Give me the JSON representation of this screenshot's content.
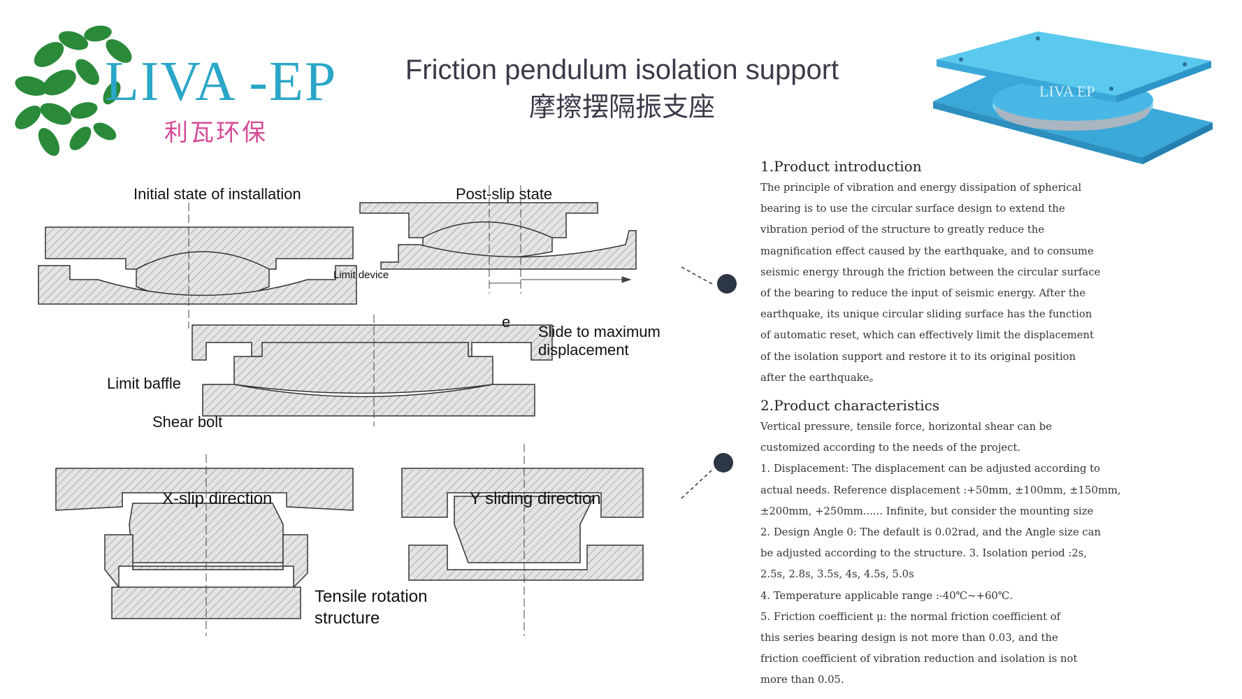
{
  "logo": {
    "brand": "LIVA -EP",
    "brand_cn": "利瓦环保",
    "icon": "leaf-cluster-icon",
    "colors": {
      "leaf": "#2a8a3a",
      "brand": "#2aa6c6",
      "brand_cn": "#d64a97"
    }
  },
  "title": {
    "en": "Friction pendulum isolation support",
    "cn": "摩擦摆隔振支座"
  },
  "product_image": {
    "brand_mark": "LIVA EP",
    "color": "#5bc8ee"
  },
  "diagrams": {
    "initial_state": "Initial state of installation",
    "post_slip": "Post-slip state",
    "limit_device": "Limit device",
    "e_symbol": "e",
    "slide_max": "Slide to maximum",
    "slide_max_2": "displacement",
    "limit_baffle": "Limit baffle",
    "shear_bolt": "Shear bolt",
    "x_slip": "X-slip direction",
    "y_sliding": "Y sliding direction",
    "tensile_1": "Tensile rotation",
    "tensile_2": "structure"
  },
  "sections": [
    {
      "title": "1.Product introduction",
      "body": "The principle of vibration and energy dissipation of spherical\nbearing is to use the circular surface design to extend the\nvibration period of the structure to greatly reduce the\nmagnification effect caused by the earthquake, and to consume\nseismic energy through the friction between the circular surface\nof the bearing to reduce the input of seismic energy. After the\nearthquake, its unique circular sliding surface has the function\nof automatic reset, which can effectively limit the displacement\nof the isolation support and restore it to its original position\nafter the earthquake。"
    },
    {
      "title": "2.Product characteristics",
      "body": "Vertical pressure, tensile force, horizontal shear can be\ncustomized according to the needs of the project.\n1. Displacement: The displacement can be adjusted according to\nactual needs. Reference displacement :+50mm, ±100mm, ±150mm,\n±200mm, +250mm...... Infinite, but consider the mounting size\n2. Design Angle 0: The default is 0.02rad, and the Angle size can\nbe adjusted according to the structure. 3. Isolation period :2s,\n2.5s, 2.8s, 3.5s, 4s, 4.5s, 5.0s\n4. Temperature applicable range :-40℃~+60℃.\n5. Friction coefficient μ: the normal friction coefficient of\nthis series bearing design is not more than 0.03, and the\nfriction coefficient of vibration reduction and isolation is not\nmore than 0.05."
    }
  ]
}
